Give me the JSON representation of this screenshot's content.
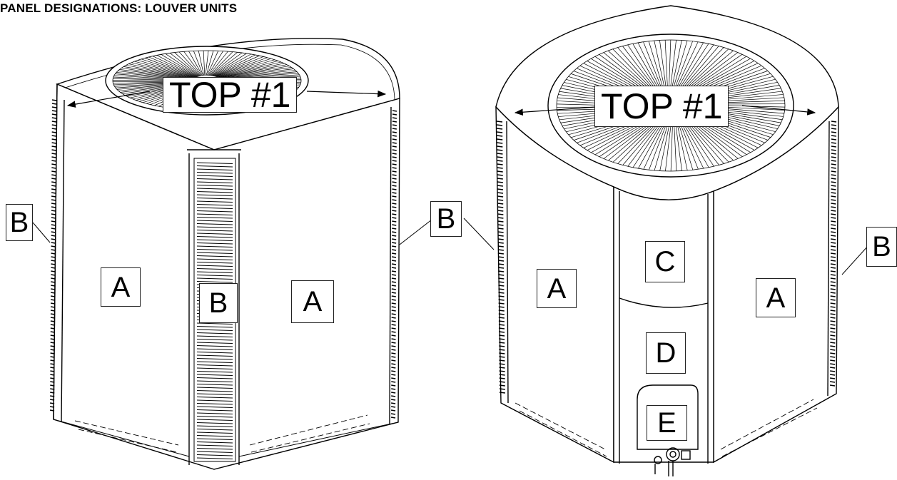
{
  "title": "PANEL DESIGNATIONS: LOUVER UNITS",
  "left_unit": {
    "top_label": "TOP #1",
    "left_side_label": "B",
    "left_face_label": "A",
    "center_label": "B",
    "right_face_label": "A",
    "right_side_label": "B"
  },
  "right_unit": {
    "top_label": "TOP #1",
    "left_side_label": "B",
    "left_face_label": "A",
    "upper_center_label": "C",
    "lower_center_label": "D",
    "service_label": "E",
    "right_face_label": "A",
    "right_side_label": "B"
  }
}
